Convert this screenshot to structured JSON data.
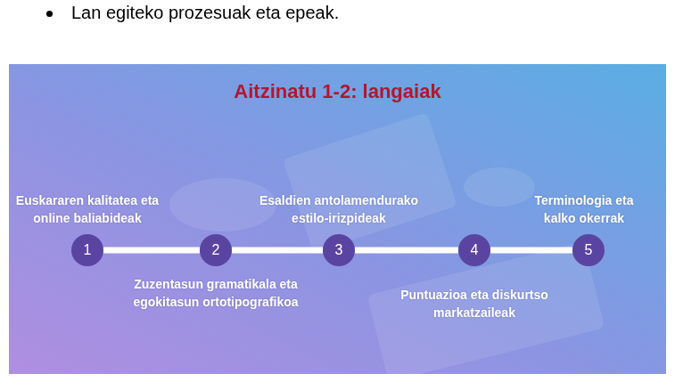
{
  "diagram": {
    "title": "Aitzinatu 1-2: langaiak",
    "nodes": [
      {
        "text": [
          "Euskararen kalitatea eta online baliabideak",
          "1"
        ]
      },
      {
        "text": [
          "Zuzentasun gramatikala eta egokitasun ortotipografikoa",
          "2"
        ]
      },
      {
        "text": [
          "Esaldien antolamendurako estilo-irizpideak",
          "3"
        ]
      },
      {
        "text": [
          "Puntuazioa eta diskurtso markatzaileak",
          "4"
        ]
      },
      {
        "text": [
          "Terminologia eta kalko okerrak",
          "5"
        ]
      }
    ],
    "edges": [
      {
        "from": 0,
        "to": 1,
        "arrow": "none"
      },
      {
        "from": 1,
        "to": 2,
        "arrow": "none"
      },
      {
        "from": 2,
        "to": 3,
        "arrow": "none"
      },
      {
        "from": 3,
        "to": 4,
        "arrow": "none"
      }
    ],
    "labels": [
      "Lan egiteko prozesuak eta epeak."
    ]
  }
}
